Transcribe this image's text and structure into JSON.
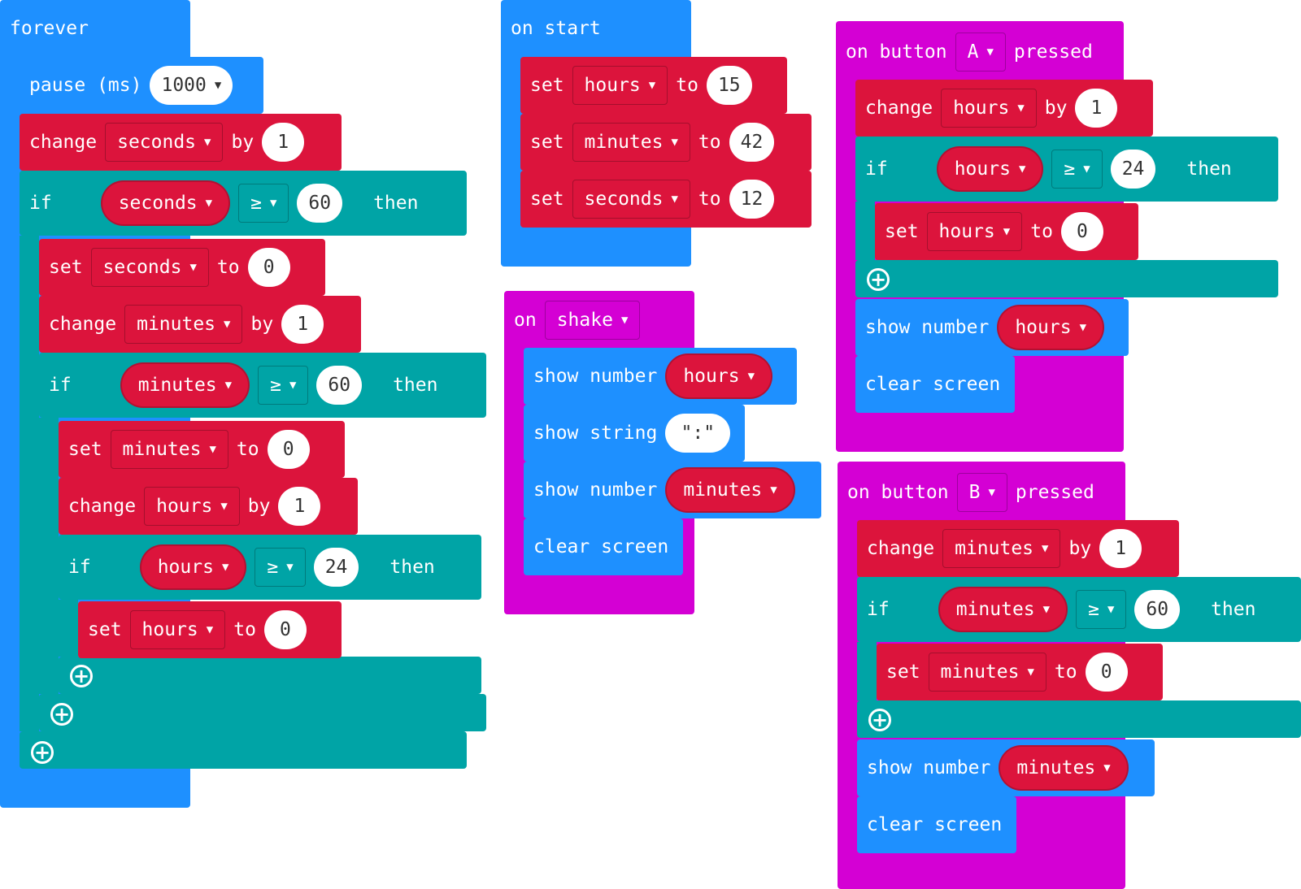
{
  "forever": {
    "header": "forever",
    "pause": {
      "label": "pause (ms)",
      "value": "1000"
    },
    "change_seconds": {
      "kw": "change",
      "var": "seconds",
      "by": "by",
      "value": "1"
    },
    "if1": {
      "kw": "if",
      "var": "seconds",
      "op": "≥",
      "value": "60",
      "then": "then"
    },
    "set_seconds": {
      "kw": "set",
      "var": "seconds",
      "to": "to",
      "value": "0"
    },
    "change_minutes": {
      "kw": "change",
      "var": "minutes",
      "by": "by",
      "value": "1"
    },
    "if2": {
      "kw": "if",
      "var": "minutes",
      "op": "≥",
      "value": "60",
      "then": "then"
    },
    "set_minutes": {
      "kw": "set",
      "var": "minutes",
      "to": "to",
      "value": "0"
    },
    "change_hours": {
      "kw": "change",
      "var": "hours",
      "by": "by",
      "value": "1"
    },
    "if3": {
      "kw": "if",
      "var": "hours",
      "op": "≥",
      "value": "24",
      "then": "then"
    },
    "set_hours": {
      "kw": "set",
      "var": "hours",
      "to": "to",
      "value": "0"
    }
  },
  "on_start": {
    "header": "on start",
    "set_hours": {
      "kw": "set",
      "var": "hours",
      "to": "to",
      "value": "15"
    },
    "set_minutes": {
      "kw": "set",
      "var": "minutes",
      "to": "to",
      "value": "42"
    },
    "set_seconds": {
      "kw": "set",
      "var": "seconds",
      "to": "to",
      "value": "12"
    }
  },
  "on_shake": {
    "on": "on",
    "event": "shake",
    "show_hours": {
      "kw": "show number",
      "var": "hours"
    },
    "show_string": {
      "kw": "show string",
      "value": "\":\""
    },
    "show_minutes": {
      "kw": "show number",
      "var": "minutes"
    },
    "clear": "clear screen"
  },
  "button_a": {
    "on": "on button",
    "button": "A",
    "pressed": "pressed",
    "change": {
      "kw": "change",
      "var": "hours",
      "by": "by",
      "value": "1"
    },
    "if": {
      "kw": "if",
      "var": "hours",
      "op": "≥",
      "value": "24",
      "then": "then"
    },
    "set": {
      "kw": "set",
      "var": "hours",
      "to": "to",
      "value": "0"
    },
    "show": {
      "kw": "show number",
      "var": "hours"
    },
    "clear": "clear screen"
  },
  "button_b": {
    "on": "on button",
    "button": "B",
    "pressed": "pressed",
    "change": {
      "kw": "change",
      "var": "minutes",
      "by": "by",
      "value": "1"
    },
    "if": {
      "kw": "if",
      "var": "minutes",
      "op": "≥",
      "value": "60",
      "then": "then"
    },
    "set": {
      "kw": "set",
      "var": "minutes",
      "to": "to",
      "value": "0"
    },
    "show": {
      "kw": "show number",
      "var": "minutes"
    },
    "clear": "clear screen"
  },
  "colors": {
    "basic": "#1e90ff",
    "variables": "#dc143c",
    "logic": "#00a4a6",
    "input": "#d400d4"
  }
}
